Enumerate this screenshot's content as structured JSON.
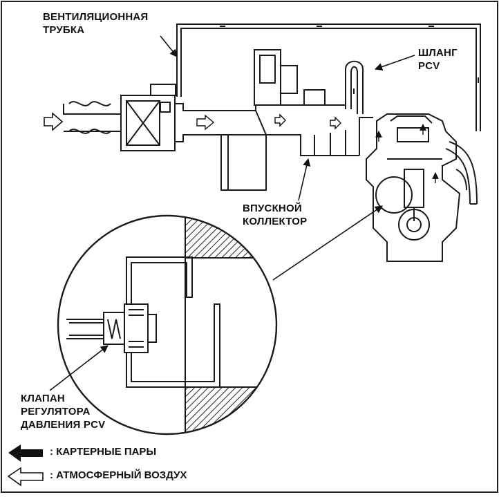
{
  "labels": {
    "vent_tube": [
      "ВЕНТИЛЯЦИОННАЯ",
      "ТРУБКА"
    ],
    "pcv_hose": [
      "ШЛАНГ",
      "PCV"
    ],
    "intake_manifold": [
      "ВПУСКНОЙ",
      "КОЛЛЕКТОР"
    ],
    "pcv_valve": [
      "КЛАПАН",
      "РЕГУЛЯТОРА",
      "ДАВЛЕНИЯ PCV"
    ]
  },
  "legend": [
    {
      "arrow": "filled-arrow-icon",
      "text": ": КАРТЕРНЫЕ ПАРЫ"
    },
    {
      "arrow": "hollow-arrow-icon",
      "text": ": АТМОСФЕРНЫЙ ВОЗДУХ"
    }
  ],
  "colors": {
    "line": "#1a1a1a",
    "background": "#ffffff"
  }
}
